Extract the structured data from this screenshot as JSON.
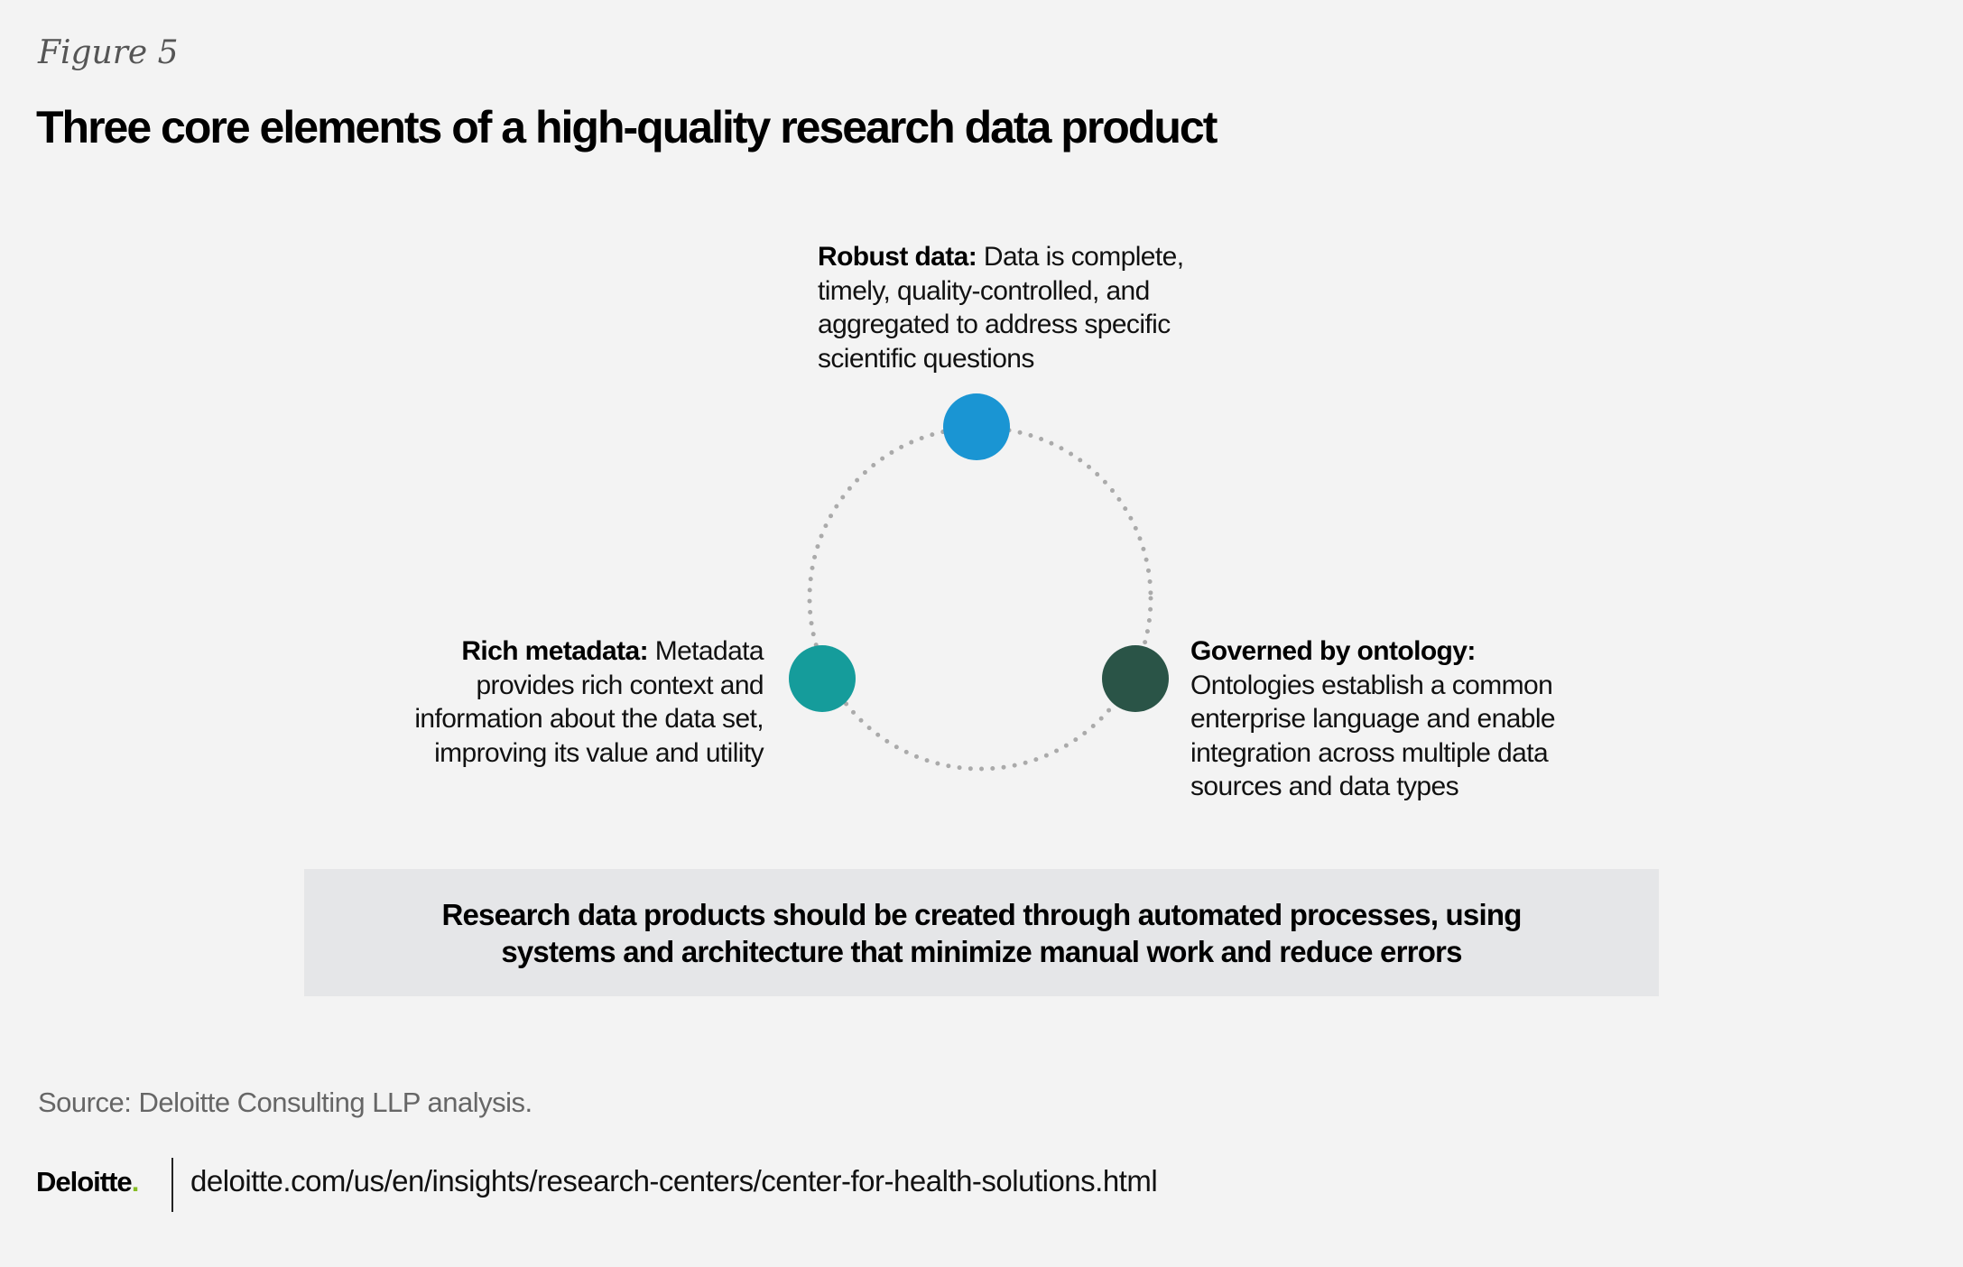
{
  "figure_label": "Figure 5",
  "title": "Three core elements of a high-quality research data product",
  "elements": [
    {
      "heading": "Robust data:",
      "text": " Data is complete, timely, quality-controlled, and aggregated to address specific scientific questions",
      "color": "#1a95d3"
    },
    {
      "heading": "Rich metadata:",
      "text": " Metadata provides rich context and information about the data set, improving its value and utility",
      "color": "#159c9b"
    },
    {
      "heading": "Governed by ontology:",
      "text": " Ontologies establish a common enterprise language and enable integration across multiple data sources and data types",
      "color": "#2a5447"
    }
  ],
  "callout": "Research data products should be created through automated processes, using systems and architecture that minimize manual work and reduce errors",
  "source": "Source: Deloitte Consulting LLP analysis.",
  "footer": {
    "logo": "Deloitte",
    "logo_dot": ".",
    "url": "deloitte.com/us/en/insights/research-centers/center-for-health-solutions.html"
  }
}
